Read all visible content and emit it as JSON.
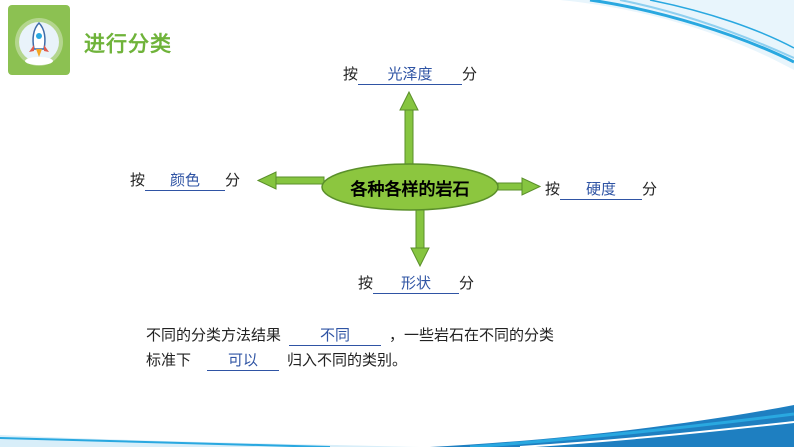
{
  "title": "进行分类",
  "center_label": "各种各样的岩石",
  "top": {
    "prefix": "按",
    "answer": "光泽度",
    "suffix": "分"
  },
  "left": {
    "prefix": "按",
    "answer": "颜色",
    "suffix": "分"
  },
  "right": {
    "prefix": "按",
    "answer": "硬度",
    "suffix": "分"
  },
  "bottom": {
    "prefix": "按",
    "answer": "形状",
    "suffix": "分"
  },
  "paragraph": {
    "line1_prefix": "不同的分类方法结果",
    "line1_answer": "不同",
    "line1_suffix": "，一些岩石在不同的分类",
    "line2_prefix": "标准下",
    "line2_answer": "可以",
    "line2_suffix": "归入不同的类别。"
  },
  "colors": {
    "accent_green": "#6fb33a",
    "arrow_green": "#86c540",
    "answer_blue": "#2f54a4",
    "deco_blue": "#29a8e0"
  },
  "icons": {
    "badge": "rocket-icon"
  }
}
